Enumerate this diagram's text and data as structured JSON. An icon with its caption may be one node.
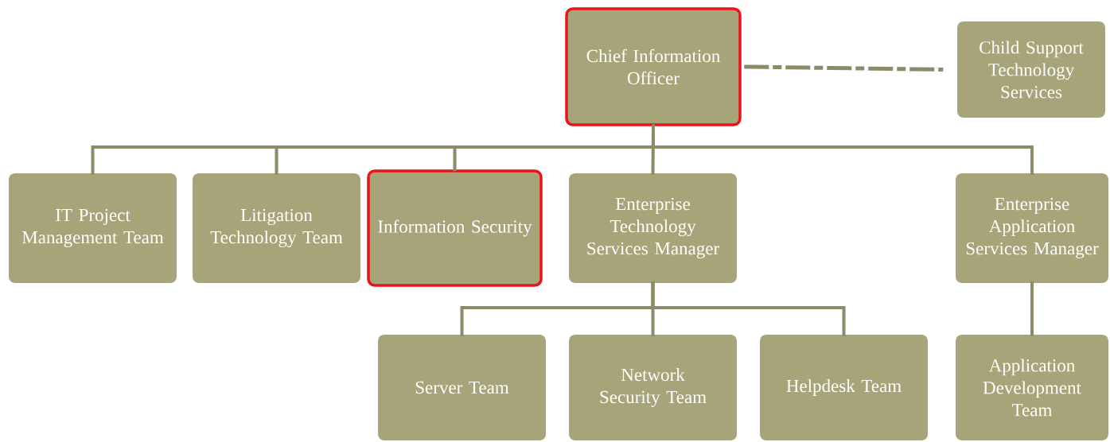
{
  "diagram": {
    "nodes": [
      {
        "text": [
          "Chief Information Officer"
        ]
      },
      {
        "text": [
          "Child Support Technology Services"
        ]
      },
      {
        "text": [
          "IT Project Management Team"
        ]
      },
      {
        "text": [
          "Litigation Technology Team"
        ]
      },
      {
        "text": [
          "Information Security"
        ]
      },
      {
        "text": [
          "Enterprise Technology Services Manager"
        ]
      },
      {
        "text": [
          "Enterprise Application Services Manager"
        ]
      },
      {
        "text": [
          "Server Team"
        ]
      },
      {
        "text": [
          "Network Security Team"
        ]
      },
      {
        "text": [
          "Helpdesk Team"
        ]
      },
      {
        "text": [
          "Application Development Team"
        ]
      }
    ],
    "edges": [
      {
        "from": 0,
        "to": 1,
        "arrow": "none",
        "style": "dashed"
      },
      {
        "from": 0,
        "to": 2,
        "arrow": "none"
      },
      {
        "from": 0,
        "to": 3,
        "arrow": "none"
      },
      {
        "from": 0,
        "to": 4,
        "arrow": "none"
      },
      {
        "from": 0,
        "to": 5,
        "arrow": "none"
      },
      {
        "from": 0,
        "to": 6,
        "arrow": "none"
      },
      {
        "from": 5,
        "to": 7,
        "arrow": "none"
      },
      {
        "from": 5,
        "to": 8,
        "arrow": "none"
      },
      {
        "from": 5,
        "to": 9,
        "arrow": "none"
      },
      {
        "from": 6,
        "to": 10,
        "arrow": "none"
      }
    ]
  }
}
